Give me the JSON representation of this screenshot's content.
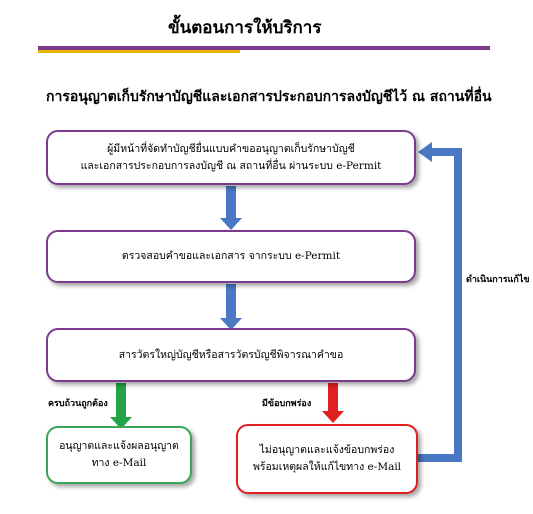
{
  "header": {
    "title": "ขั้นตอนการให้บริการ",
    "colors": {
      "purple_rule": "#7a3b8f",
      "gold_rule": "#e8b400"
    }
  },
  "subtitle": "การอนุญาตเก็บรักษาบัญชีและเอกสารประกอบการลงบัญชีไว้ ณ สถานที่อื่น",
  "steps": [
    {
      "lines": [
        "ผู้มีหน้าที่จัดทำบัญชียื่นแบบคำขออนุญาตเก็บรักษาบัญชี",
        "และเอกสารประกอบการลงบัญชี ณ สถานที่อื่น ผ่านระบบ e-Permit"
      ]
    },
    {
      "lines": [
        "ตรวจสอบคำขอและเอกสาร จากระบบ e-Permit"
      ]
    },
    {
      "lines": [
        "สารวัตรใหญ่บัญชีหรือสารวัตรบัญชีพิจารณาคำขอ"
      ]
    }
  ],
  "outcomes": {
    "approve": {
      "label": "ครบถ้วนถูกต้อง",
      "lines": [
        "อนุญาตและแจ้งผลอนุญาต",
        "ทาง e-Mail"
      ],
      "color": "#3aa655"
    },
    "reject": {
      "label": "มีข้อบกพร่อง",
      "lines": [
        "ไม่อนุญาตและแจ้งข้อบกพร่อง",
        "พร้อมเหตุผลให้แก้ไขทาง e-Mail"
      ],
      "color": "#e02020"
    }
  },
  "feedback_label": "ดำเนินการแก้ไข",
  "colors": {
    "box_border": "#7a3b8f",
    "flow_arrow": "#4a78c4",
    "approve_arrow": "#21a346",
    "reject_arrow": "#e02020"
  }
}
